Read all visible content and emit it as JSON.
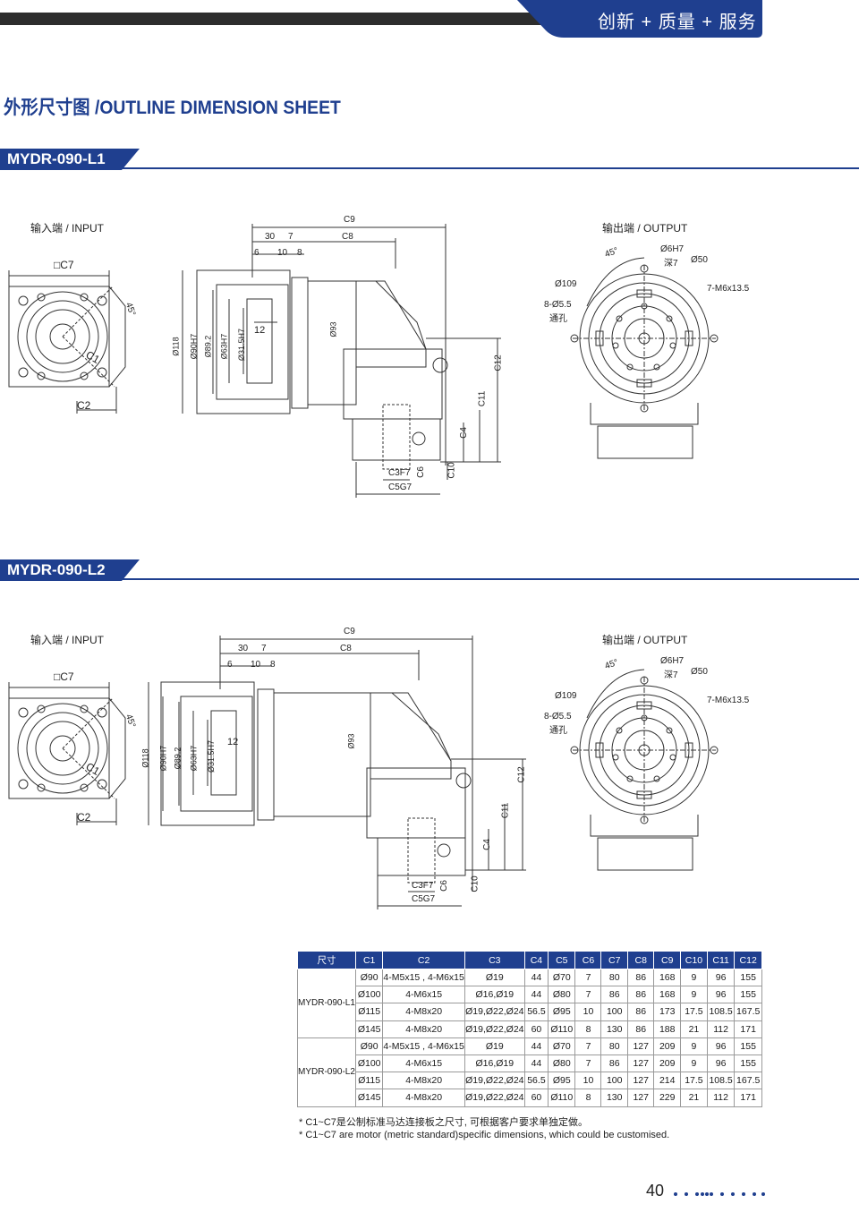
{
  "header": {
    "slogan": "创新 + 质量 + 服务",
    "accent_color": "#1f3f8f",
    "bar_color": "#2d2d2d"
  },
  "sheet_title": "外形尺寸图 /OUTLINE DIMENSION SHEET",
  "sections": [
    {
      "model": "MYDR-090-L1",
      "input_label": "输入端 / INPUT",
      "output_label": "输出端 / OUTPUT",
      "input_dims": {
        "square": "□C7",
        "c1": "C1",
        "c2": "C2",
        "angle": "45°"
      },
      "side_dims": {
        "c9": "C9",
        "d30": "30",
        "d7": "7",
        "c8": "C8",
        "d6": "6",
        "d10": "10",
        "d8": "8",
        "d118": "Ø118",
        "d90": "Ø90H7",
        "d89": "Ø89.2",
        "d63": "Ø63H7",
        "d31": "Ø31.5H7",
        "d12": "12",
        "d93": "Ø93",
        "c12": "C12",
        "c11": "C11",
        "c4": "C4",
        "c10": "C10",
        "c6": "C6",
        "c3": "C3F7",
        "c5": "C5G7"
      },
      "output_dims": {
        "angle": "45°",
        "hole": "Ø6H7",
        "depth": "深7",
        "d50": "Ø50",
        "d109": "Ø109",
        "thread": "7-M6x13.5",
        "holes": "8-Ø5.5",
        "through": "通孔"
      }
    },
    {
      "model": "MYDR-090-L2",
      "input_label": "输入端 / INPUT",
      "output_label": "输出端 / OUTPUT",
      "input_dims": {
        "square": "□C7",
        "c1": "C1",
        "c2": "C2",
        "angle": "45°"
      },
      "side_dims": {
        "c9": "C9",
        "d30": "30",
        "d7": "7",
        "c8": "C8",
        "d6": "6",
        "d10": "10",
        "d8": "8",
        "d118": "Ø118",
        "d90": "Ø90H7",
        "d89": "Ø89.2",
        "d63": "Ø63H7",
        "d31": "Ø31.5H7",
        "d12": "12",
        "d93": "Ø93",
        "c12": "C12",
        "c11": "C11",
        "c4": "C4",
        "c10": "C10",
        "c6": "C6",
        "c3": "C3F7",
        "c5": "C5G7"
      },
      "output_dims": {
        "angle": "45°",
        "hole": "Ø6H7",
        "depth": "深7",
        "d50": "Ø50",
        "d109": "Ø109",
        "thread": "7-M6x13.5",
        "holes": "8-Ø5.5",
        "through": "通孔"
      }
    }
  ],
  "table": {
    "headers": [
      "尺寸",
      "C1",
      "C2",
      "C3",
      "C4",
      "C5",
      "C6",
      "C7",
      "C8",
      "C9",
      "C10",
      "C11",
      "C12"
    ],
    "groups": [
      {
        "model": "MYDR-090-L1",
        "rows": [
          [
            "Ø90",
            "4-M5x15 , 4-M6x15",
            "Ø19",
            "44",
            "Ø70",
            "7",
            "80",
            "86",
            "168",
            "9",
            "96",
            "155"
          ],
          [
            "Ø100",
            "4-M6x15",
            "Ø16,Ø19",
            "44",
            "Ø80",
            "7",
            "86",
            "86",
            "168",
            "9",
            "96",
            "155"
          ],
          [
            "Ø115",
            "4-M8x20",
            "Ø19,Ø22,Ø24",
            "56.5",
            "Ø95",
            "10",
            "100",
            "86",
            "173",
            "17.5",
            "108.5",
            "167.5"
          ],
          [
            "Ø145",
            "4-M8x20",
            "Ø19,Ø22,Ø24",
            "60",
            "Ø110",
            "8",
            "130",
            "86",
            "188",
            "21",
            "112",
            "171"
          ]
        ]
      },
      {
        "model": "MYDR-090-L2",
        "rows": [
          [
            "Ø90",
            "4-M5x15 , 4-M6x15",
            "Ø19",
            "44",
            "Ø70",
            "7",
            "80",
            "127",
            "209",
            "9",
            "96",
            "155"
          ],
          [
            "Ø100",
            "4-M6x15",
            "Ø16,Ø19",
            "44",
            "Ø80",
            "7",
            "86",
            "127",
            "209",
            "9",
            "96",
            "155"
          ],
          [
            "Ø115",
            "4-M8x20",
            "Ø19,Ø22,Ø24",
            "56.5",
            "Ø95",
            "10",
            "100",
            "127",
            "214",
            "17.5",
            "108.5",
            "167.5"
          ],
          [
            "Ø145",
            "4-M8x20",
            "Ø19,Ø22,Ø24",
            "60",
            "Ø110",
            "8",
            "130",
            "127",
            "229",
            "21",
            "112",
            "171"
          ]
        ]
      }
    ]
  },
  "notes": {
    "cn": "* C1~C7是公制标准马达连接板之尺寸, 可根据客户要求单独定做。",
    "en": "* C1~C7 are motor (metric standard)specific dimensions, which could be customised."
  },
  "page_number": "40"
}
